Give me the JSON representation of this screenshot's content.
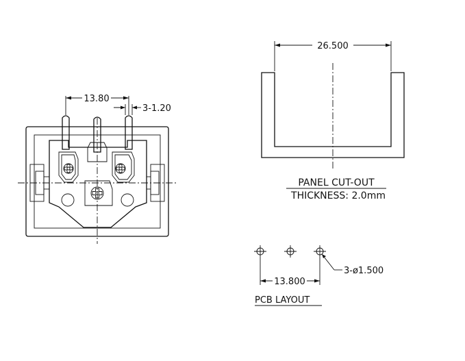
{
  "socket_view": {
    "pin_spacing_label": "13.80",
    "pin_width_label": "3-1.20"
  },
  "panel_cutout": {
    "width_label": "26.500",
    "title": "PANEL CUT-OUT",
    "thickness_label": "THICKNESS: 2.0mm"
  },
  "pcb_layout": {
    "hole_spacing_label": "13.800",
    "hole_label": "3-ø1.500",
    "title": "PCB LAYOUT"
  }
}
